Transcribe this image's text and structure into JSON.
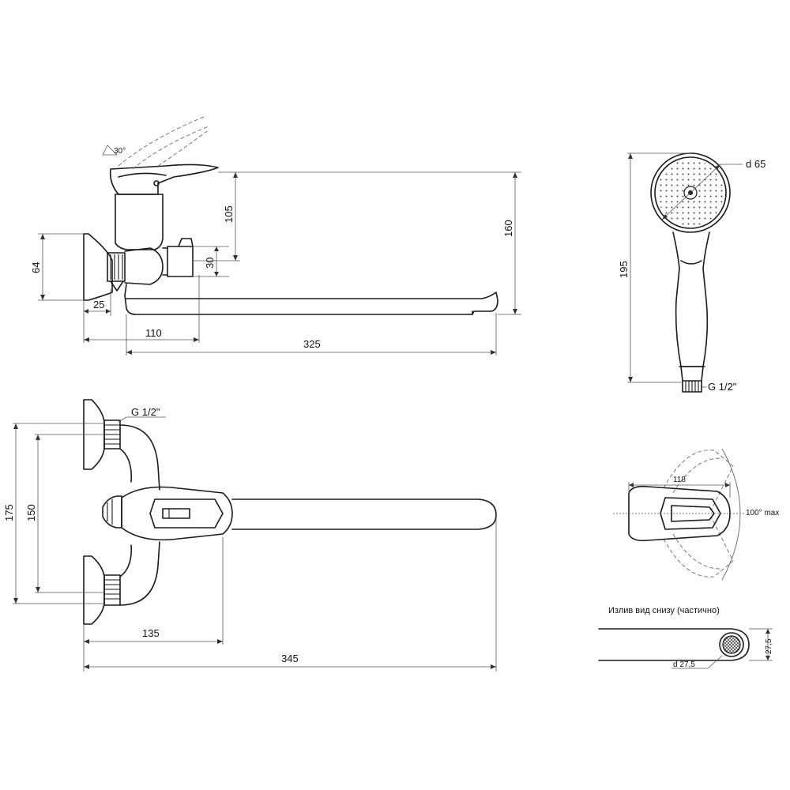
{
  "side_view": {
    "angle": "30°",
    "dim_handle_height": "105",
    "dim_total_height": "160",
    "dim_flange": "64",
    "dim_outlet": "30",
    "dim_thread": "25",
    "dim_body": "110",
    "dim_spout": "325"
  },
  "top_view": {
    "thread": "G 1/2\"",
    "dim_outer": "175",
    "dim_center": "150",
    "dim_body": "135",
    "dim_total": "345"
  },
  "shower": {
    "diameter": "d 65",
    "height": "195",
    "thread": "G 1/2\""
  },
  "handle_view": {
    "width": "118",
    "angle": "100° max"
  },
  "spout_bottom": {
    "caption": "Излив вид снизу (частично)",
    "height": "27,5",
    "diameter": "d 27,5"
  }
}
